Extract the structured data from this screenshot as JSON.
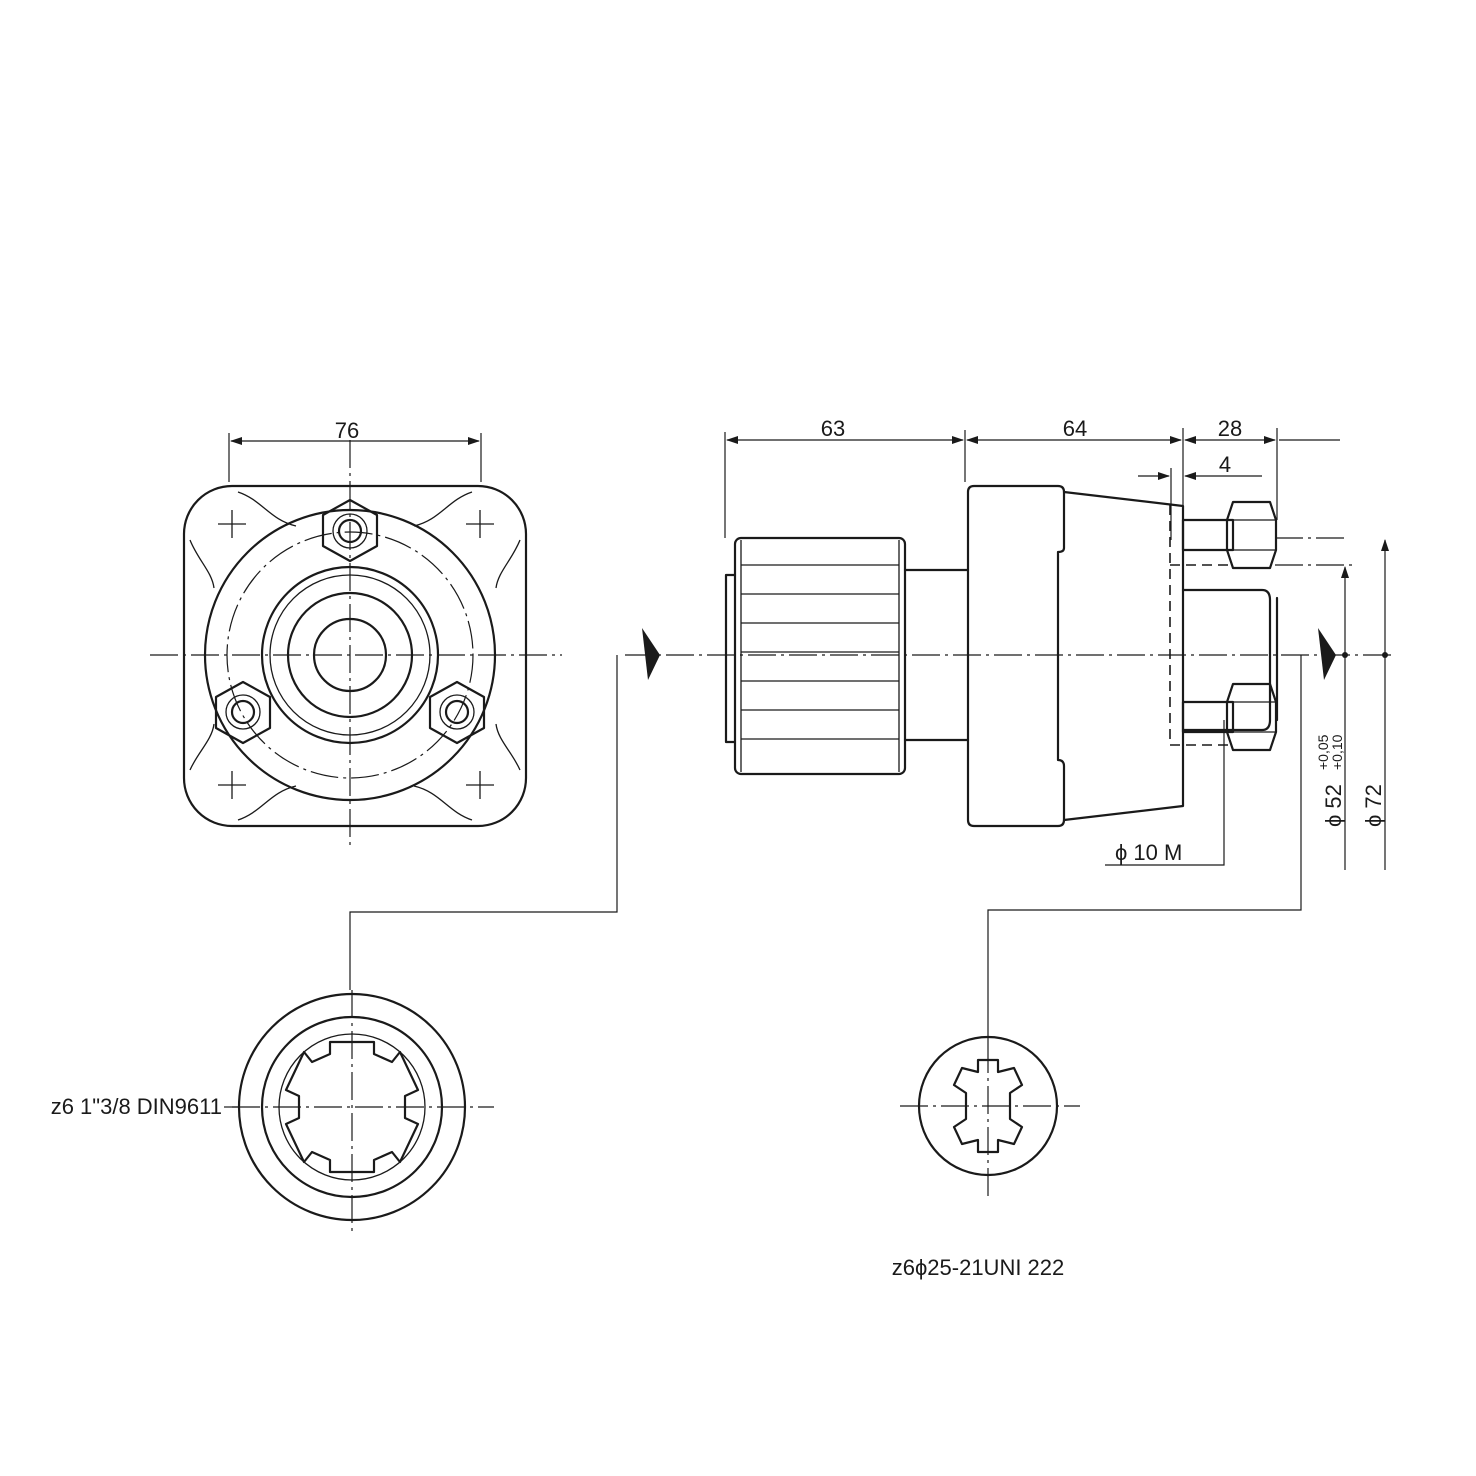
{
  "front_view": {
    "dim_width": "76"
  },
  "side_view": {
    "dim_63": "63",
    "dim_64": "64",
    "dim_28": "28",
    "dim_4": "4",
    "dim_bolt": "ϕ 10 M",
    "dim_d52": "ϕ 52",
    "tol_upper": "+0,05",
    "tol_lower": "+0,10",
    "dim_d72": "ϕ 72"
  },
  "section_a": {
    "label": "z6 1\"3/8 DIN9611"
  },
  "section_b": {
    "label": "z6ϕ25-21UNI 222"
  }
}
